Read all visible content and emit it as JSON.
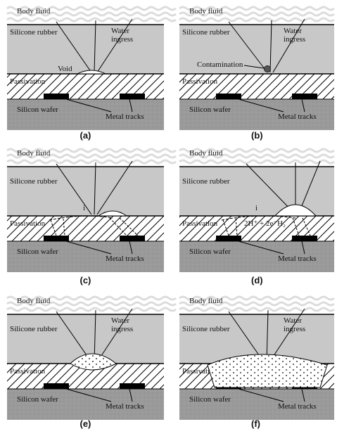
{
  "labels": {
    "body_fluid": "Body fluid",
    "silicone_rubber": "Silicone rubber",
    "water_ingress": [
      "Water",
      "ingress"
    ],
    "passivation": "Passivation",
    "silicon_wafer": "Silicon wafer",
    "metal_tracks": "Metal tracks",
    "void": "Void",
    "contamination": "Contamination",
    "current": "i",
    "reaction": "2H⁺ + 2e⁻H₂"
  },
  "panels": [
    {
      "id": "a",
      "caption": "(a)",
      "features": [
        "water_ingress",
        "void"
      ]
    },
    {
      "id": "b",
      "caption": "(b)",
      "features": [
        "water_ingress",
        "contamination"
      ]
    },
    {
      "id": "c",
      "caption": "(c)",
      "features": [
        "current"
      ]
    },
    {
      "id": "d",
      "caption": "(d)",
      "features": [
        "current",
        "reaction"
      ]
    },
    {
      "id": "e",
      "caption": "(e)",
      "features": [
        "water_ingress"
      ]
    },
    {
      "id": "f",
      "caption": "(f)",
      "features": [
        "water_ingress"
      ]
    }
  ],
  "colors": {
    "rubber": "#c8c8c8",
    "wafer": "#9a9a9a",
    "wave": "#dcdcdc",
    "track": "#000000"
  }
}
